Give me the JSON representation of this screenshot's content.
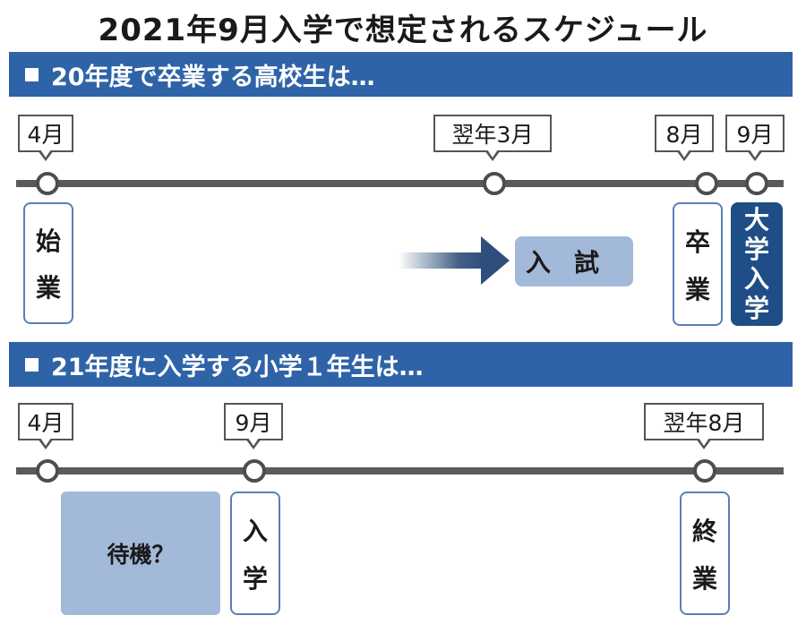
{
  "title": "2021年9月入学で想定されるスケジュール",
  "section1": {
    "heading": "20年度で卒業する高校生は…",
    "callouts": {
      "april": "4月",
      "march": "翌年3月",
      "august": "8月",
      "september": "9月"
    },
    "events": {
      "start": [
        "始",
        "業"
      ],
      "exam": "入試",
      "graduation": [
        "卒",
        "業"
      ],
      "admission": [
        "大",
        "学",
        "入",
        "学"
      ]
    }
  },
  "section2": {
    "heading": "21年度に入学する小学１年生は…",
    "callouts": {
      "april": "4月",
      "september": "9月",
      "august_next": "翌年8月"
    },
    "events": {
      "waiting": "待機？",
      "admission": [
        "入",
        "学"
      ],
      "completion": [
        "終",
        "業"
      ]
    }
  },
  "colors": {
    "header_bar": "#2f63a8",
    "timeline": "#5a5a5a",
    "light_fill": "#a3b9d9",
    "dark_fill": "#1f4e86"
  }
}
